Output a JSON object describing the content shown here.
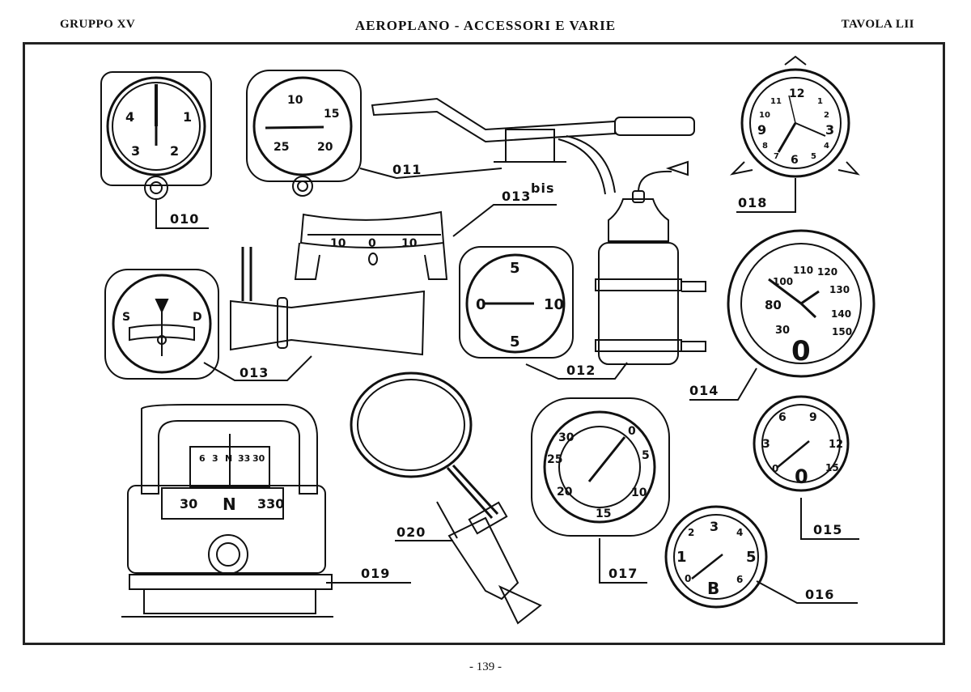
{
  "header": {
    "left": "GRUPPO XV",
    "center": "AEROPLANO - ACCESSORI E VARIE",
    "right": "TAVOLA LII"
  },
  "page_number": "- 139 -",
  "labels": {
    "l010": "010",
    "l011": "011",
    "l012": "012",
    "l013": "013",
    "l013bis": "013",
    "l013bis_sup": "bis",
    "l014": "014",
    "l015": "015",
    "l016": "016",
    "l017": "017",
    "l018": "018",
    "l019": "019",
    "l020": "020"
  },
  "dials": {
    "d010": [
      "4",
      "1",
      "3",
      "2"
    ],
    "d011": [
      "10",
      "15",
      "25",
      "20"
    ],
    "d012": [
      "5",
      "0",
      "10",
      "5"
    ],
    "d013": [
      "S",
      "D"
    ],
    "d013bis": [
      "10",
      "0",
      "10"
    ],
    "d014": [
      "100",
      "110",
      "120",
      "130",
      "140",
      "150",
      "80",
      "30",
      "0"
    ],
    "d015": [
      "6",
      "9",
      "3",
      "12",
      "0",
      "15",
      "0"
    ],
    "d016": [
      "2",
      "3",
      "4",
      "1",
      "5",
      "0",
      "6",
      "B"
    ],
    "d017": [
      "30",
      "0",
      "25",
      "5",
      "20",
      "10",
      "15"
    ],
    "d018": [
      "12",
      "11",
      "1",
      "10",
      "2",
      "9",
      "3",
      "8",
      "4",
      "7",
      "6",
      "5"
    ],
    "d019": [
      "6",
      "3",
      "N",
      "33",
      "30",
      "30",
      "N",
      "330"
    ]
  }
}
